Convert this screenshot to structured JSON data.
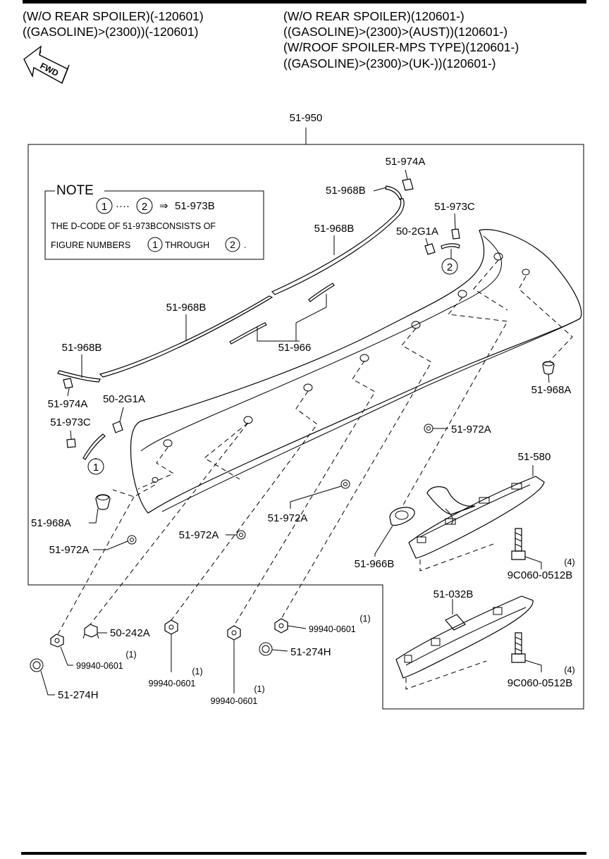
{
  "header": {
    "left": [
      "(W/O REAR SPOILER)(-120601)",
      "((GASOLINE)>(2300))(-120601)"
    ],
    "right": [
      "(W/O REAR SPOILER)(120601-)",
      "((GASOLINE)>(2300)>(AUST))(120601-)",
      "(W/ROOF SPOILER-MPS TYPE)(120601-)",
      "((GASOLINE)>(2300)>(UK-))(120601-)"
    ],
    "fwd": "FWD"
  },
  "note": {
    "title": "NOTE",
    "c1": "1",
    "dots": "····",
    "c2": "2",
    "arrow": "⇒",
    "code": "51-973B",
    "line1": "THE D-CODE OF 51-973BCONSISTS OF",
    "line2a": "FIGURE NUMBERS",
    "line2b": "THROUGH",
    "line2c": "."
  },
  "labels": {
    "l_51950": "51-950",
    "l_51974A_top": "51-974A",
    "l_51968B_a": "51-968B",
    "l_51973C_top": "51-973C",
    "l_51968B_b": "51-968B",
    "l_502G1A_top": "50-2G1A",
    "c2_top": "2",
    "l_51968B_c": "51-968B",
    "l_51966": "51-966",
    "l_51968B_d": "51-968B",
    "l_51974A_left": "51-974A",
    "l_502G1A_left": "50-2G1A",
    "l_51973C_left": "51-973C",
    "c1_left": "1",
    "l_51968A_right": "51-968A",
    "l_51972A_r": "51-972A",
    "l_51580": "51-580",
    "l_51968A_left": "51-968A",
    "l_51972A_m": "51-972A",
    "l_51972A_c": "51-972A",
    "l_51972A_l": "51-972A",
    "l_51966B": "51-966B",
    "l_9C060_a": "9C060-0512B",
    "q_9C060_a": "(4)",
    "l_51032B": "51-032B",
    "l_9C060_b": "9C060-0512B",
    "q_9C060_b": "(4)",
    "l_50242A": "50-242A",
    "l_99940_r": "99940-0601",
    "q_99940_r": "(1)",
    "l_51274H_r": "51-274H",
    "l_99940_l": "99940-0601",
    "q_99940_l": "(1)",
    "l_99940_m": "99940-0601",
    "q_99940_m": "(1)",
    "l_99940_c": "99940-0601",
    "q_99940_c": "(1)",
    "l_51274H_l": "51-274H"
  }
}
